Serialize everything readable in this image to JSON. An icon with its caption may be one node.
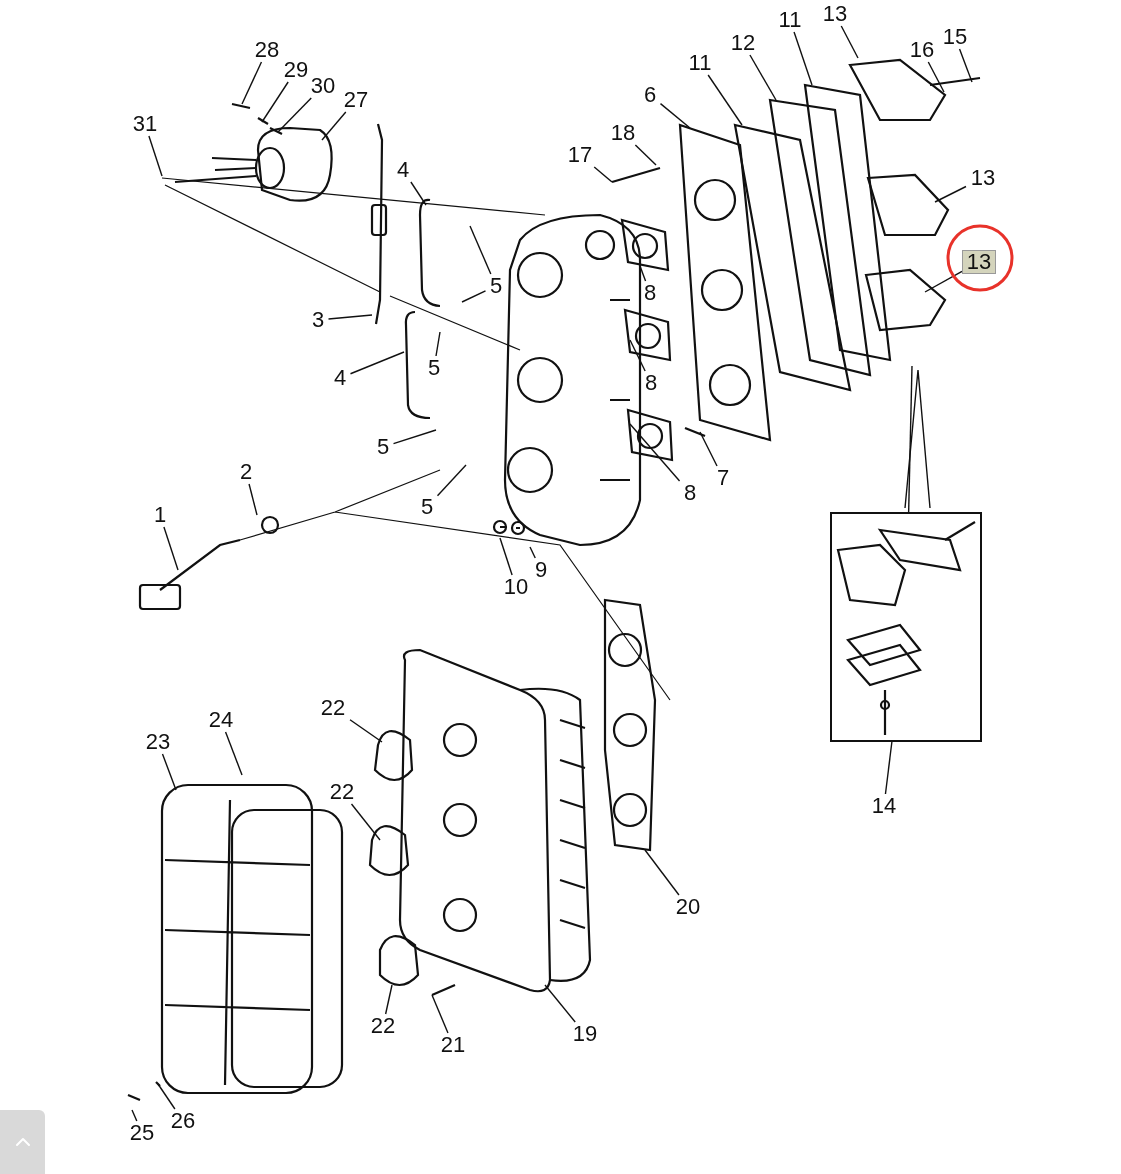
{
  "diagram": {
    "nodes": [
      {
        "text": [
          "13"
        ]
      },
      {
        "text": [
          "11"
        ]
      },
      {
        "text": [
          "15"
        ]
      },
      {
        "text": [
          "12"
        ]
      },
      {
        "text": [
          "28"
        ]
      },
      {
        "text": [
          "16"
        ]
      },
      {
        "text": [
          "11"
        ]
      },
      {
        "text": [
          "29"
        ]
      },
      {
        "text": [
          "30"
        ]
      },
      {
        "text": [
          "6"
        ]
      },
      {
        "text": [
          "27"
        ]
      },
      {
        "text": [
          "31"
        ]
      },
      {
        "text": [
          "18"
        ]
      },
      {
        "text": [
          "17"
        ]
      },
      {
        "text": [
          "4"
        ]
      },
      {
        "text": [
          "13"
        ]
      },
      {
        "text": [
          "13"
        ]
      },
      {
        "text": [
          "5"
        ]
      },
      {
        "text": [
          "8"
        ]
      },
      {
        "text": [
          "3"
        ]
      },
      {
        "text": [
          "5"
        ]
      },
      {
        "text": [
          "4"
        ]
      },
      {
        "text": [
          "8"
        ]
      },
      {
        "text": [
          "5"
        ]
      },
      {
        "text": [
          "2"
        ]
      },
      {
        "text": [
          "7"
        ]
      },
      {
        "text": [
          "8"
        ]
      },
      {
        "text": [
          "5"
        ]
      },
      {
        "text": [
          "1"
        ]
      },
      {
        "text": [
          "9"
        ]
      },
      {
        "text": [
          "10"
        ]
      },
      {
        "text": [],
        "shape": "box"
      },
      {
        "text": [
          "22"
        ]
      },
      {
        "text": [
          "24"
        ]
      },
      {
        "text": [
          "23"
        ]
      },
      {
        "text": [
          "22"
        ]
      },
      {
        "text": [
          "14"
        ]
      },
      {
        "text": [
          "20"
        ]
      },
      {
        "text": [
          "22"
        ]
      },
      {
        "text": [
          "19"
        ]
      },
      {
        "text": [
          "21"
        ]
      },
      {
        "text": [
          "26"
        ]
      },
      {
        "text": [
          "25"
        ]
      }
    ],
    "edges": [
      {
        "from": 0,
        "to": null,
        "arrow": "none"
      },
      {
        "from": 1,
        "to": null,
        "arrow": "none"
      },
      {
        "from": 2,
        "to": null,
        "arrow": "none"
      },
      {
        "from": 3,
        "to": null,
        "arrow": "none"
      },
      {
        "from": 4,
        "to": null,
        "arrow": "none"
      },
      {
        "from": 5,
        "to": null,
        "arrow": "none"
      },
      {
        "from": 6,
        "to": null,
        "arrow": "none"
      },
      {
        "from": 7,
        "to": null,
        "arrow": "none"
      },
      {
        "from": 8,
        "to": null,
        "arrow": "none"
      },
      {
        "from": 9,
        "to": null,
        "arrow": "none"
      },
      {
        "from": 10,
        "to": null,
        "arrow": "none"
      },
      {
        "from": 11,
        "to": null,
        "arrow": "none"
      },
      {
        "from": 12,
        "to": null,
        "arrow": "none"
      },
      {
        "from": 13,
        "to": null,
        "arrow": "none"
      },
      {
        "from": 14,
        "to": null,
        "arrow": "none"
      },
      {
        "from": 15,
        "to": null,
        "arrow": "none"
      },
      {
        "from": 16,
        "to": null,
        "arrow": "none"
      },
      {
        "from": 17,
        "to": null,
        "arrow": "none"
      },
      {
        "from": 17,
        "to": null,
        "arrow": "none"
      },
      {
        "from": 18,
        "to": null,
        "arrow": "none"
      },
      {
        "from": 19,
        "to": null,
        "arrow": "none"
      },
      {
        "from": 20,
        "to": null,
        "arrow": "none"
      },
      {
        "from": 21,
        "to": null,
        "arrow": "none"
      },
      {
        "from": 22,
        "to": null,
        "arrow": "none"
      },
      {
        "from": 23,
        "to": null,
        "arrow": "none"
      },
      {
        "from": 24,
        "to": null,
        "arrow": "none"
      },
      {
        "from": 25,
        "to": null,
        "arrow": "none"
      },
      {
        "from": 26,
        "to": null,
        "arrow": "none"
      },
      {
        "from": 27,
        "to": null,
        "arrow": "none"
      },
      {
        "from": 28,
        "to": null,
        "arrow": "none"
      },
      {
        "from": 29,
        "to": null,
        "arrow": "none"
      },
      {
        "from": 30,
        "to": null,
        "arrow": "none"
      },
      {
        "from": 31,
        "to": null,
        "arrow": "none"
      },
      {
        "from": 32,
        "to": null,
        "arrow": "none"
      },
      {
        "from": 33,
        "to": null,
        "arrow": "none"
      },
      {
        "from": 34,
        "to": null,
        "arrow": "none"
      },
      {
        "from": 35,
        "to": null,
        "arrow": "none"
      },
      {
        "from": 36,
        "to": 31,
        "arrow": "none"
      },
      {
        "from": 37,
        "to": null,
        "arrow": "none"
      },
      {
        "from": 38,
        "to": null,
        "arrow": "none"
      },
      {
        "from": 39,
        "to": null,
        "arrow": "none"
      },
      {
        "from": 40,
        "to": null,
        "arrow": "none"
      },
      {
        "from": 41,
        "to": null,
        "arrow": "none"
      },
      {
        "from": 42,
        "to": null,
        "arrow": "none"
      }
    ]
  }
}
